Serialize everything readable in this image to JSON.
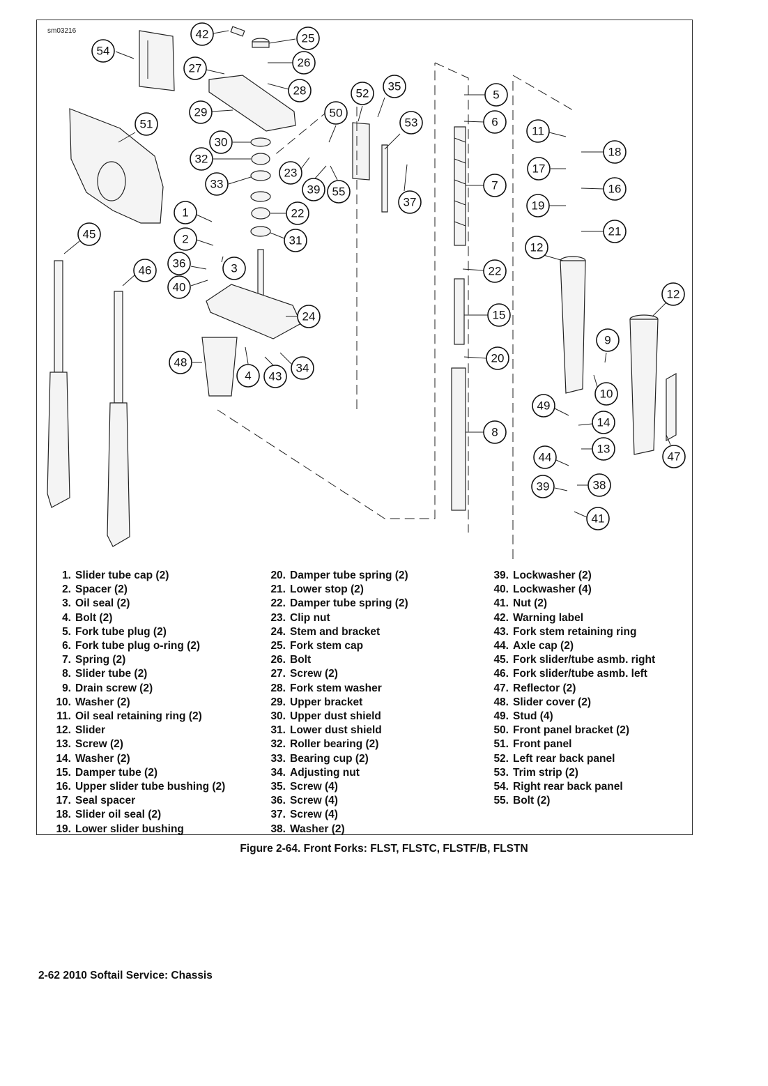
{
  "figure": {
    "id": "sm03216",
    "caption": "Figure 2-64. Front Forks: FLST, FLSTC, FLSTF/B, FLSTN"
  },
  "callouts": [
    "54",
    "42",
    "25",
    "26",
    "27",
    "28",
    "29",
    "52",
    "35",
    "50",
    "53",
    "51",
    "30",
    "32",
    "23",
    "39",
    "55",
    "33",
    "37",
    "22",
    "1",
    "31",
    "2",
    "36",
    "3",
    "40",
    "45",
    "46",
    "24",
    "48",
    "4",
    "43",
    "34",
    "5",
    "6",
    "7",
    "22",
    "15",
    "20",
    "8",
    "11",
    "18",
    "17",
    "16",
    "19",
    "21",
    "12",
    "12",
    "9",
    "10",
    "49",
    "14",
    "13",
    "44",
    "47",
    "39",
    "38",
    "41"
  ],
  "legend": {
    "col1": [
      {
        "num": "1.",
        "text": "Slider tube cap (2)"
      },
      {
        "num": "2.",
        "text": "Spacer (2)"
      },
      {
        "num": "3.",
        "text": "Oil seal (2)"
      },
      {
        "num": "4.",
        "text": "Bolt (2)"
      },
      {
        "num": "5.",
        "text": "Fork tube plug (2)"
      },
      {
        "num": "6.",
        "text": "Fork tube plug o-ring (2)"
      },
      {
        "num": "7.",
        "text": "Spring (2)"
      },
      {
        "num": "8.",
        "text": "Slider tube (2)"
      },
      {
        "num": "9.",
        "text": "Drain screw (2)"
      },
      {
        "num": "10.",
        "text": "Washer (2)"
      },
      {
        "num": "11.",
        "text": "Oil seal retaining ring (2)"
      },
      {
        "num": "12.",
        "text": "Slider"
      },
      {
        "num": "13.",
        "text": "Screw (2)"
      },
      {
        "num": "14.",
        "text": "Washer (2)"
      },
      {
        "num": "15.",
        "text": "Damper tube (2)"
      },
      {
        "num": "16.",
        "text": "Upper slider tube bushing (2)"
      },
      {
        "num": "17.",
        "text": "Seal spacer"
      },
      {
        "num": "18.",
        "text": "Slider oil seal (2)"
      },
      {
        "num": "19.",
        "text": "Lower slider bushing"
      }
    ],
    "col2": [
      {
        "num": "20.",
        "text": "Damper tube spring (2)"
      },
      {
        "num": "21.",
        "text": "Lower stop (2)"
      },
      {
        "num": "22.",
        "text": "Damper tube spring (2)"
      },
      {
        "num": "23.",
        "text": "Clip nut"
      },
      {
        "num": "24.",
        "text": "Stem and bracket"
      },
      {
        "num": "25.",
        "text": "Fork stem cap"
      },
      {
        "num": "26.",
        "text": "Bolt"
      },
      {
        "num": "27.",
        "text": "Screw (2)"
      },
      {
        "num": "28.",
        "text": "Fork stem washer"
      },
      {
        "num": "29.",
        "text": "Upper bracket"
      },
      {
        "num": "30.",
        "text": "Upper dust shield"
      },
      {
        "num": "31.",
        "text": "Lower dust shield"
      },
      {
        "num": "32.",
        "text": "Roller bearing (2)"
      },
      {
        "num": "33.",
        "text": "Bearing cup (2)"
      },
      {
        "num": "34.",
        "text": "Adjusting nut"
      },
      {
        "num": "35.",
        "text": "Screw (4)"
      },
      {
        "num": "36.",
        "text": "Screw (4)"
      },
      {
        "num": "37.",
        "text": "Screw (4)"
      },
      {
        "num": "38.",
        "text": "Washer (2)"
      }
    ],
    "col3": [
      {
        "num": "39.",
        "text": "Lockwasher (2)"
      },
      {
        "num": "40.",
        "text": "Lockwasher (4)"
      },
      {
        "num": "41.",
        "text": "Nut (2)"
      },
      {
        "num": "42.",
        "text": "Warning label"
      },
      {
        "num": "43.",
        "text": "Fork stem retaining ring"
      },
      {
        "num": "44.",
        "text": "Axle cap (2)"
      },
      {
        "num": "45.",
        "text": "Fork slider/tube asmb. right"
      },
      {
        "num": "46.",
        "text": "Fork slider/tube asmb. left"
      },
      {
        "num": "47.",
        "text": "Reflector (2)"
      },
      {
        "num": "48.",
        "text": "Slider cover (2)"
      },
      {
        "num": "49.",
        "text": "Stud (4)"
      },
      {
        "num": "50.",
        "text": "Front panel bracket (2)"
      },
      {
        "num": "51.",
        "text": "Front panel"
      },
      {
        "num": "52.",
        "text": "Left rear back panel"
      },
      {
        "num": "53.",
        "text": "Trim strip (2)"
      },
      {
        "num": "54.",
        "text": "Right rear back panel"
      },
      {
        "num": "55.",
        "text": "Bolt (2)"
      }
    ]
  },
  "footer": "2-62  2010 Softail Service: Chassis"
}
